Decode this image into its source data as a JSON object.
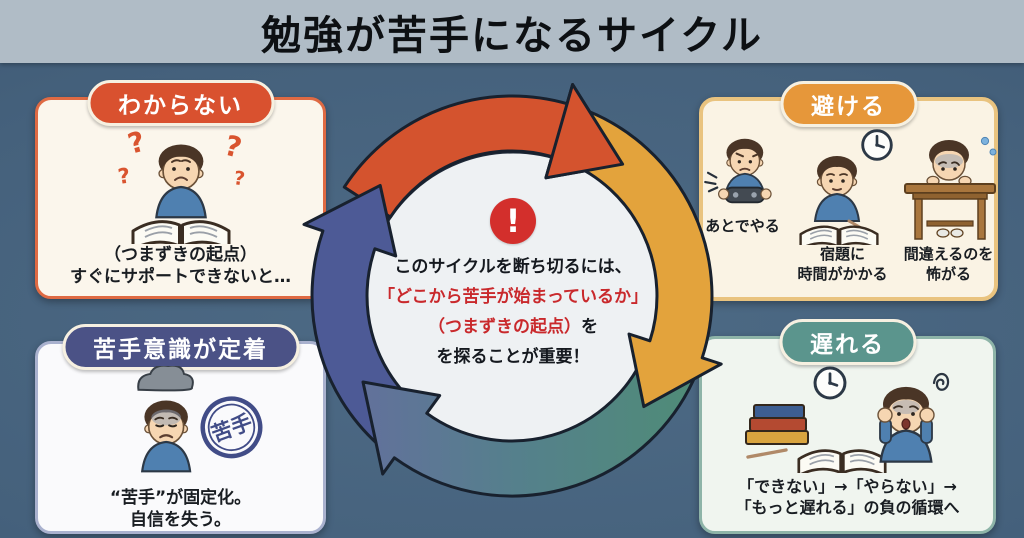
{
  "title": "勉強が苦手になるサイクル",
  "center": {
    "icon_glyph": "!",
    "line1": "このサイクルを断ち切るには、",
    "line2": "「どこから苦手が始まっているか」",
    "line3_red": "（つまずきの起点）",
    "line3_black": "を",
    "line4": "を探ることが重要！"
  },
  "boxes": {
    "top_left": {
      "header": "わからない",
      "question_mark": "?",
      "lines": [
        "（つまずきの起点）",
        "すぐにサポートできないと…"
      ]
    },
    "top_right": {
      "header": "避ける",
      "items": [
        {
          "caption_lines": [
            "あとでやる"
          ]
        },
        {
          "caption_lines": [
            "宿題に",
            "時間がかかる"
          ]
        },
        {
          "caption_lines": [
            "間違えるのを",
            "怖がる"
          ]
        }
      ]
    },
    "bottom_left": {
      "header": "苦手意識が定着",
      "stamp_label": "苦手",
      "lines": [
        "“苦手”が固定化。",
        "自信を失う。"
      ]
    },
    "bottom_right": {
      "header": "遅れる",
      "lines": [
        "「できない」→「やらない」→",
        "「もっと遅れる」の負の循環へ"
      ]
    }
  },
  "cycle": {
    "direction": "clockwise",
    "arrow_colors": {
      "top": "#d4532e",
      "right": "#e3a33c",
      "bottom_start": "#4f8c77",
      "bottom_end": "#62719b",
      "left": "#4d5a96"
    }
  },
  "colors": {
    "background": "#45617c",
    "title_band": "#b0bcc6",
    "red_accent": "#d9512f",
    "orange_accent": "#e6973a",
    "navy_accent": "#4b5286",
    "teal_accent": "#5b958d",
    "warning_red": "#d32f2c",
    "text_red": "#c9292c"
  }
}
